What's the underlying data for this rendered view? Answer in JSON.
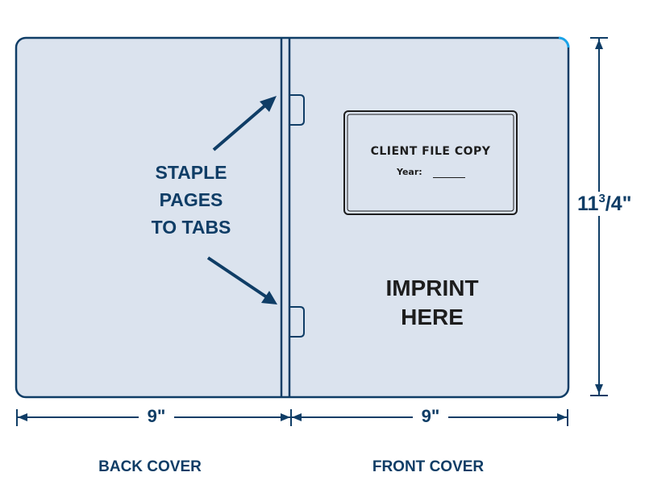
{
  "instructions": {
    "line1": "STAPLE",
    "line2": "PAGES",
    "line3": "TO TABS"
  },
  "window_label": {
    "title": "CLIENT FILE COPY",
    "year_label": "Year:"
  },
  "imprint": {
    "line1": "IMPRINT",
    "line2": "HERE"
  },
  "dimensions": {
    "back_width": "9\"",
    "front_width": "9\"",
    "height_whole": "11",
    "height_fraction": "3/4\""
  },
  "covers": {
    "back": "BACK COVER",
    "front": "FRONT COVER"
  },
  "colors": {
    "outline": "#0f3d66",
    "panel_fill": "#dbe3ee",
    "accent_corner": "#1aa3e8",
    "text_dark": "#1d1d1d"
  }
}
